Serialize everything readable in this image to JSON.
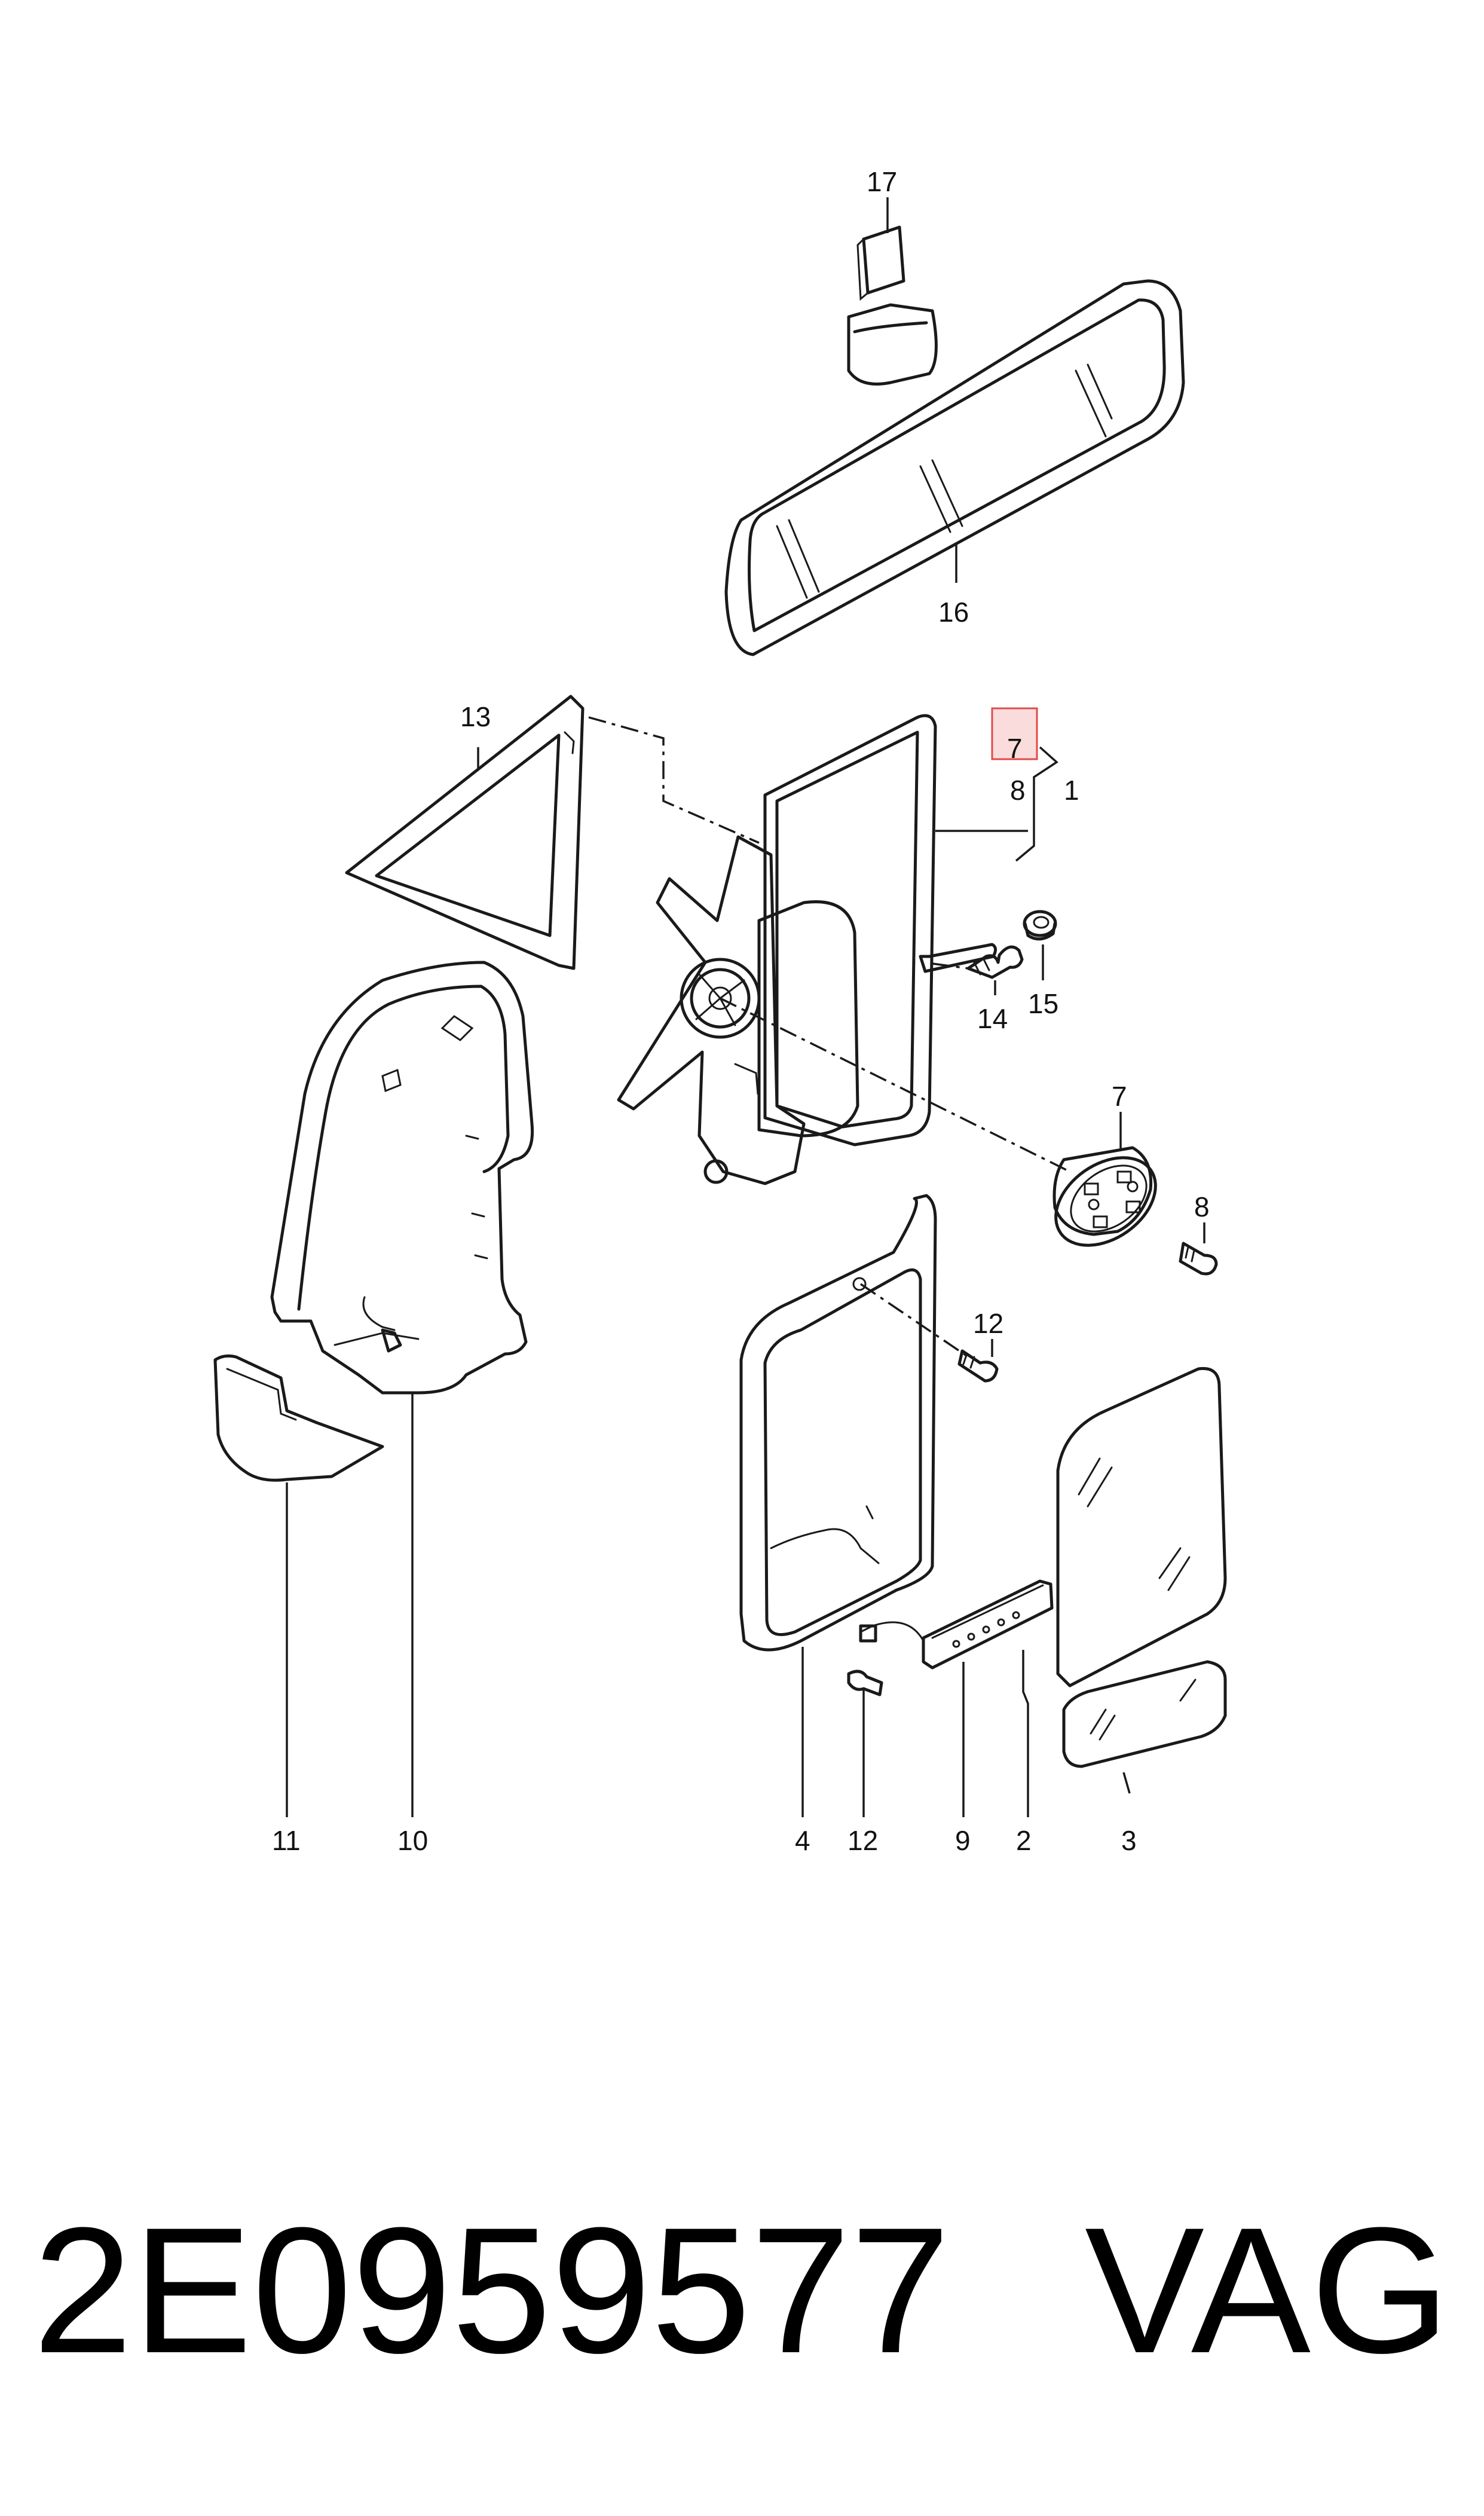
{
  "callouts": {
    "c1": "1",
    "c2": "2",
    "c3": "3",
    "c4": "4",
    "c7a": "7",
    "c7b": "7",
    "c8a": "8",
    "c8b": "8",
    "c9": "9",
    "c10": "10",
    "c11": "11",
    "c12a": "12",
    "c12b": "12",
    "c13": "13",
    "c14": "14",
    "c15": "15",
    "c16": "16",
    "c17": "17"
  },
  "footer": {
    "part_number": "2E0959577",
    "brand": "VAG"
  },
  "highlight": {
    "color": "#e04b4b",
    "fill": "#f6c5c5"
  }
}
